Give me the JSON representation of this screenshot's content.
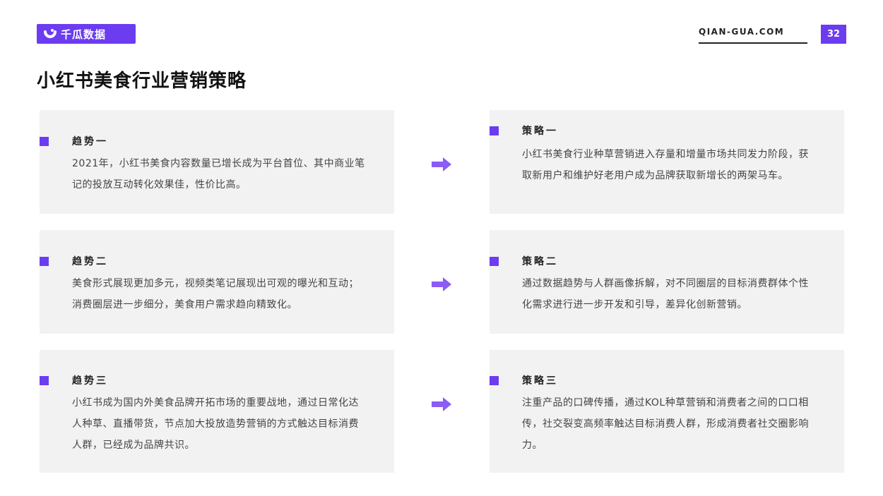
{
  "brand": {
    "name": "千瓜数据",
    "accent": "#6c3cf0"
  },
  "header": {
    "site": "QIAN-GUA.COM",
    "page_number": "32"
  },
  "title": "小红书美食行业营销策略",
  "trends": [
    {
      "heading": "趋势一",
      "body": "2021年，小红书美食内容数量已增长成为平台首位、其中商业笔记的投放互动转化效果佳，性价比高。"
    },
    {
      "heading": "趋势二",
      "body": "美食形式展现更加多元，视频类笔记展现出可观的曝光和互动；消费圈层进一步细分，美食用户需求趋向精致化。"
    },
    {
      "heading": "趋势三",
      "body": "小红书成为国内外美食品牌开拓市场的重要战地，通过日常化达人种草、直播带货，节点加大投放造势营销的方式触达目标消费人群，已经成为品牌共识。"
    }
  ],
  "strategies": [
    {
      "heading": "策略一",
      "body": "小红书美食行业种草营销进入存量和增量市场共同发力阶段，获取新用户和维护好老用户成为品牌获取新增长的两架马车。"
    },
    {
      "heading": "策略二",
      "body": "通过数据趋势与人群画像拆解，对不同圈层的目标消费群体个性化需求进行进一步开发和引导，差异化创新营销。"
    },
    {
      "heading": "策略三",
      "body": "注重产品的口碑传播，通过KOL种草营销和消费者之间的口口相传，社交裂变高频率触达目标消费人群，形成消费者社交圈影响力。"
    }
  ]
}
